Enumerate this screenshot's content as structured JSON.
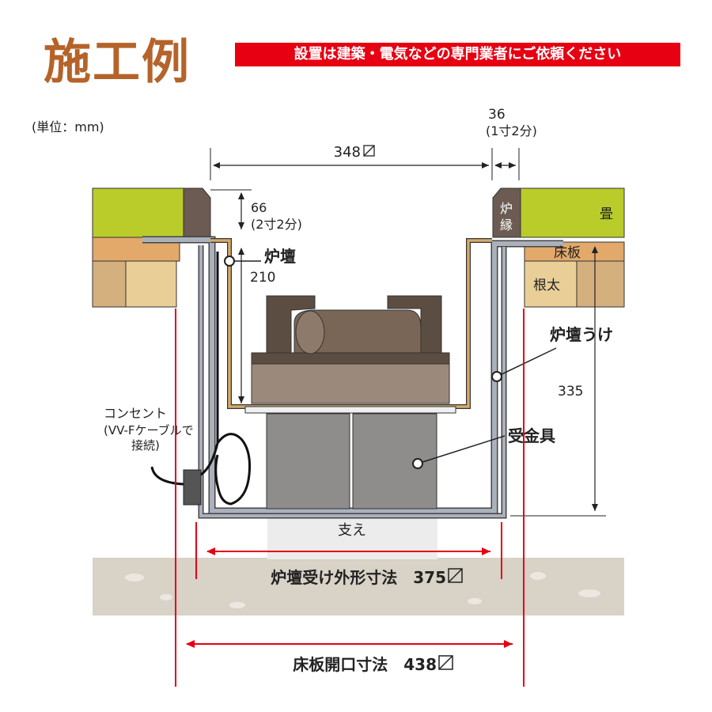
{
  "title": "施工例",
  "notice": "設置は建築・電気などの専門業者にご依頼ください",
  "unit": "(単位：mm)",
  "dimensions": {
    "top_width": "348",
    "edge_value": "36",
    "edge_sub": "(1寸2分)",
    "depth_value": "66",
    "depth_sub": "(2寸2分)",
    "inner_depth": "210",
    "outer_depth": "335",
    "outer_width": "炉壇受け外形寸法　375",
    "opening_width": "床板開口寸法　438"
  },
  "labels": {
    "robuchi_1": "炉",
    "robuchi_2": "縁",
    "tatami": "畳",
    "yukaita": "床板",
    "neda": "根太",
    "rodan": "炉壇",
    "rodan_uke": "炉壇うけ",
    "ukekanagu": "受金具",
    "sasae": "支え",
    "outlet_1": "コンセント",
    "outlet_2": "(VV-Fケーブルで",
    "outlet_3": "接続)"
  },
  "colors": {
    "tatami": "#b9cc2a",
    "wood_light": "#e9cf97",
    "wood_mid": "#e2a96b",
    "wood_dark": "#d4b07e",
    "frame": "#6b5b53",
    "metal": "#aab1bb",
    "stand": "#8f8c8c",
    "ground": "#d8d2c7",
    "accent_red": "#e60012"
  }
}
